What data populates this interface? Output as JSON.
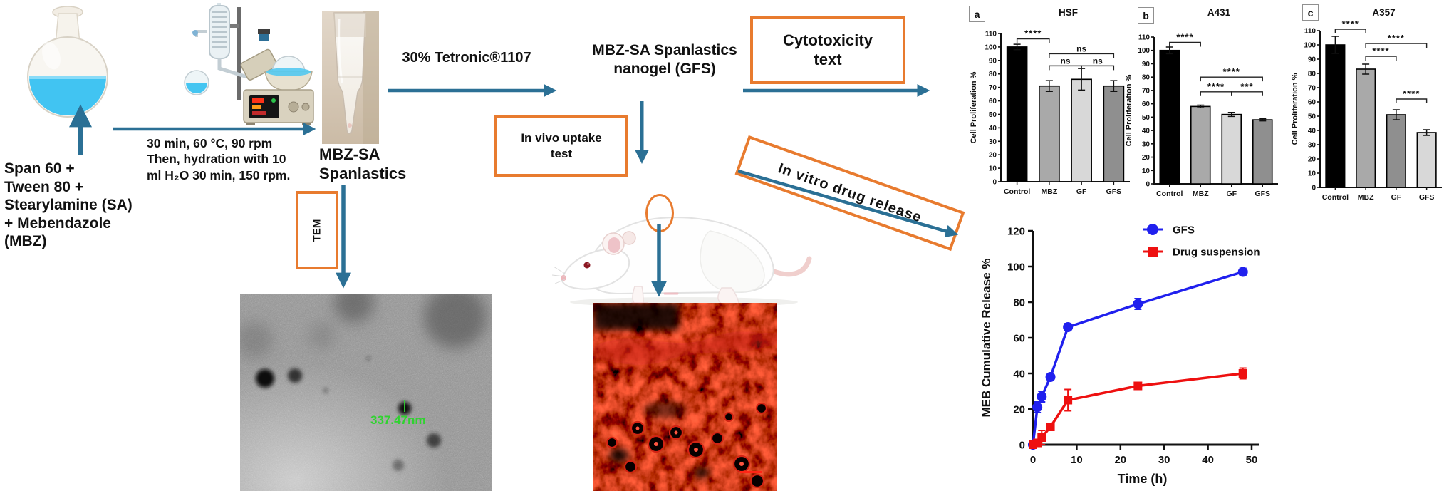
{
  "figure": {
    "reagents_label": "Span 60 +\nTween 80 +\nStearylamine (SA)\n+ Mebendazole\n(MBZ)",
    "process_conditions": "30 min, 60 °C, 90 rpm\nThen, hydration with 10\nml H₂O 30 min, 150 rpm.",
    "spanlastics_label": "MBZ-SA\nSpanlastics",
    "tetronic_arrow_label": "30% Tetronic®1107",
    "nanogel_label": "MBZ-SA Spanlastics\nnanogel (GFS)",
    "cytotoxicity_box_label": "Cytotoxicity\ntext",
    "invivo_box_label": "In vivo uptake\ntest",
    "invitro_box_label": "In vitro drug release",
    "tem_box_label": "TEM",
    "tem_measurement": "337.47nm",
    "colors": {
      "arrow_blue": "#2B7095",
      "box_orange": "#E87B2F",
      "tem_green": "#2FD32F",
      "gfs_blue": "#2020EE",
      "suspension_red": "#EE1010"
    }
  },
  "chart_data": [
    {
      "type": "bar",
      "panel": "a",
      "title": "HSF",
      "ylabel": "Cell Proliferation %",
      "ylim": [
        0,
        110
      ],
      "ytick": 10,
      "categories": [
        "Control",
        "MBZ",
        "GF",
        "GFS"
      ],
      "values": [
        100,
        71,
        76,
        71
      ],
      "errors": [
        2,
        4,
        8,
        4
      ],
      "bar_colors": [
        "#000000",
        "#A9A9A9",
        "#D8D8D8",
        "#8F8F8F"
      ],
      "significance": [
        {
          "from": 0,
          "to": 1,
          "y": 106,
          "label": "****"
        },
        {
          "from": 1,
          "to": 3,
          "y": 95,
          "label": "ns"
        },
        {
          "from": 1,
          "to": 2,
          "y": 86,
          "label": "ns"
        },
        {
          "from": 2,
          "to": 3,
          "y": 86,
          "label": "ns"
        }
      ]
    },
    {
      "type": "bar",
      "panel": "b",
      "title": "A431",
      "ylabel": "Cell Proliferation %",
      "ylim": [
        0,
        110
      ],
      "ytick": 10,
      "categories": [
        "Control",
        "MBZ",
        "GF",
        "GFS"
      ],
      "values": [
        100,
        58,
        52,
        48
      ],
      "errors": [
        2.5,
        1,
        1.5,
        0.8
      ],
      "bar_colors": [
        "#000000",
        "#A9A9A9",
        "#D8D8D8",
        "#8F8F8F"
      ],
      "significance": [
        {
          "from": 0,
          "to": 1,
          "y": 106,
          "label": "****"
        },
        {
          "from": 1,
          "to": 3,
          "y": 80,
          "label": "****"
        },
        {
          "from": 1,
          "to": 2,
          "y": 69,
          "label": "****"
        },
        {
          "from": 2,
          "to": 3,
          "y": 69,
          "label": "***"
        }
      ]
    },
    {
      "type": "bar",
      "panel": "c",
      "title": "A357",
      "ylabel": "Cell Proliferation %",
      "ylim": [
        0,
        110
      ],
      "ytick": 10,
      "categories": [
        "Control",
        "MBZ",
        "GF",
        "GFS"
      ],
      "values": [
        100,
        83,
        51,
        38.5
      ],
      "errors": [
        6,
        3.5,
        3.5,
        2
      ],
      "bar_colors": [
        "#000000",
        "#A9A9A9",
        "#8F8F8F",
        "#D8D8D8"
      ],
      "significance": [
        {
          "from": 0,
          "to": 1,
          "y": 111,
          "label": "****"
        },
        {
          "from": 1,
          "to": 3,
          "y": 101,
          "label": "****"
        },
        {
          "from": 1,
          "to": 2,
          "y": 92,
          "label": "****"
        },
        {
          "from": 2,
          "to": 3,
          "y": 62,
          "label": "****"
        }
      ]
    },
    {
      "type": "line",
      "xlabel": "Time (h)",
      "ylabel": "MEB Cumulative Release %",
      "xlim": [
        0,
        50
      ],
      "ylim": [
        0,
        120
      ],
      "xticks": [
        0,
        10,
        20,
        30,
        40,
        50
      ],
      "yticks": [
        0,
        20,
        40,
        60,
        80,
        100,
        120
      ],
      "legend_position": "top-right",
      "series": [
        {
          "name": "GFS",
          "color": "#2020EE",
          "marker": "circle",
          "x": [
            0,
            1,
            2,
            4,
            8,
            24,
            48
          ],
          "y": [
            0,
            21,
            27,
            38,
            66,
            79,
            97
          ],
          "errors": [
            0,
            3,
            3,
            2,
            2,
            3,
            2
          ]
        },
        {
          "name": "Drug suspension",
          "color": "#EE1010",
          "marker": "square",
          "x": [
            0,
            1,
            2,
            4,
            8,
            24,
            48
          ],
          "y": [
            0,
            1,
            4,
            10,
            25,
            33,
            40
          ],
          "errors": [
            0,
            2,
            4,
            2,
            6,
            2,
            3
          ]
        }
      ]
    }
  ]
}
